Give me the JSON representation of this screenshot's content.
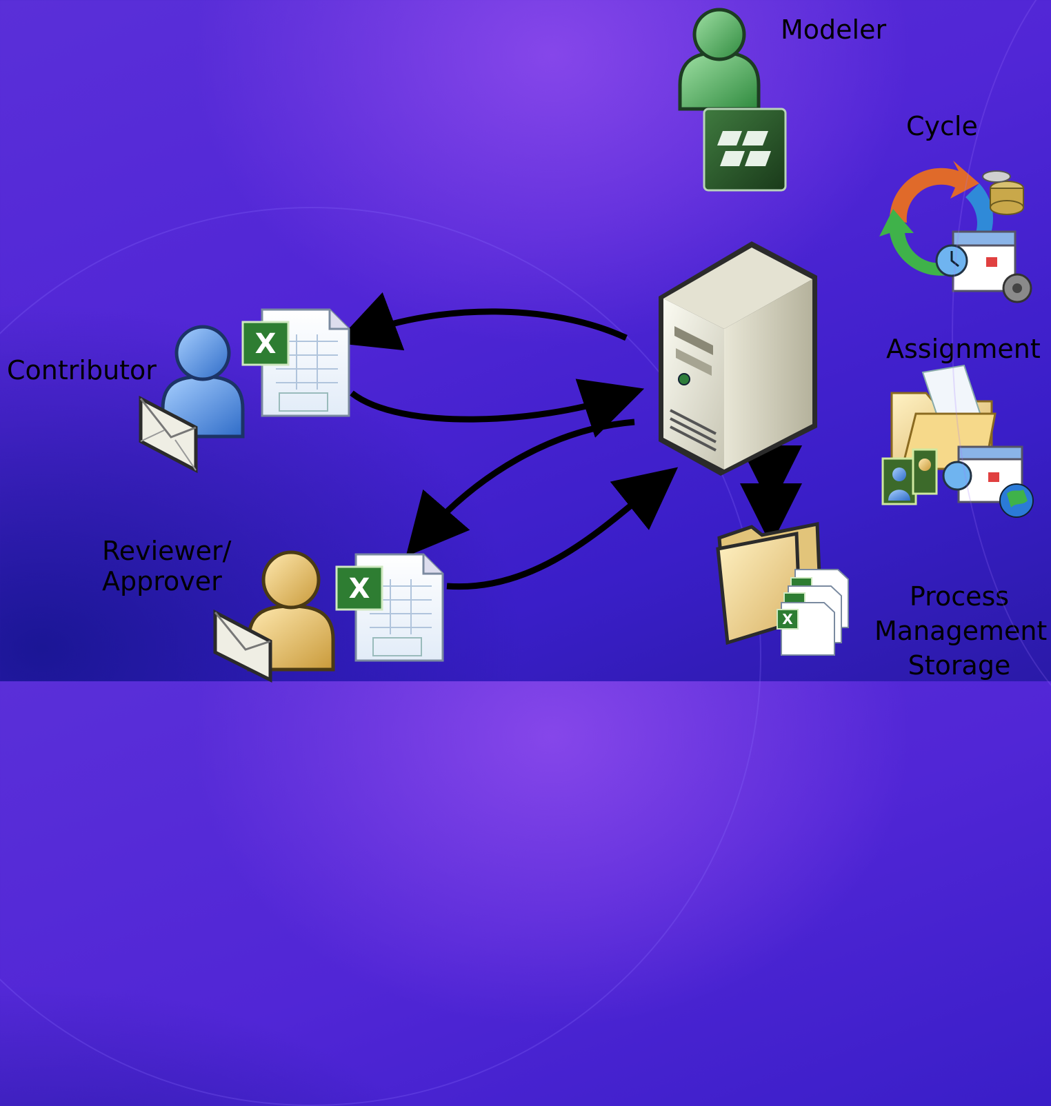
{
  "labels": {
    "modeler": "Modeler",
    "cycle": "Cycle",
    "assignment": "Assignment",
    "contributor": "Contributor",
    "reviewer_line1": "Reviewer/",
    "reviewer_line2": "Approver",
    "storage_line1": "Process",
    "storage_line2": "Management",
    "storage_line3": "Storage"
  },
  "icons": {
    "modeler_user": "green-user-icon",
    "modeler_app": "planning-modeler-icon",
    "cycle": "cycle-arrows-icon",
    "assignment": "assignment-folder-icon",
    "contributor_user": "blue-user-icon",
    "reviewer_user": "yellow-user-icon",
    "excel_doc": "excel-document-icon",
    "server": "server-icon",
    "storage": "storage-folder-icon",
    "mail": "envelope-icon"
  },
  "colors": {
    "arrow": "#000000",
    "label_text": "#000000"
  }
}
